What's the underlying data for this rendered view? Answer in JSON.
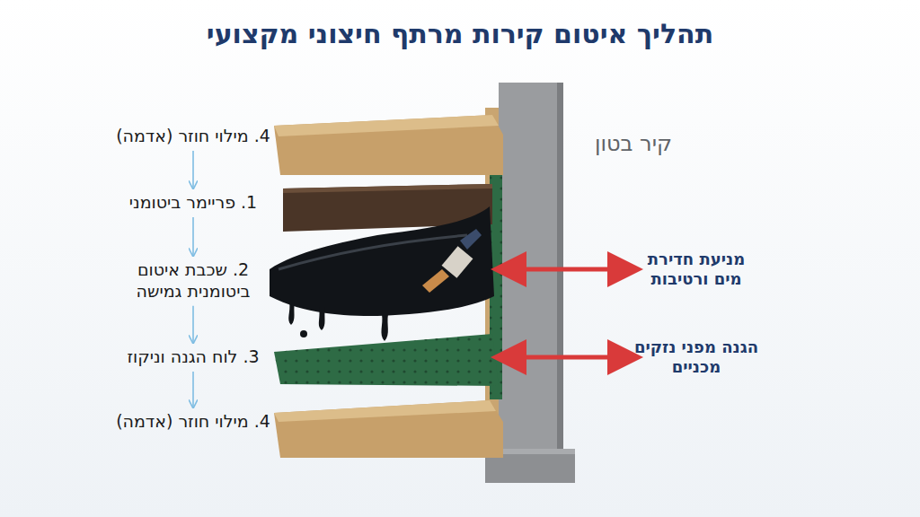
{
  "diagram": {
    "title": "תהליך איטום קירות מרתף חיצוני מקצועי",
    "nodes": [
      {
        "text": [
          "4. מילוי חוזר (אדמה)"
        ]
      },
      {
        "text": [
          "1. פריימר ביטומני"
        ]
      },
      {
        "text": [
          "2. שכבת איטום ביטומנית גמישה"
        ]
      },
      {
        "text": [
          "3. לוח הגנה וניקוז"
        ]
      },
      {
        "text": [
          "4. מילוי חוזר (אדמה)"
        ]
      }
    ],
    "edges": [
      {
        "from": 0,
        "to": 1,
        "arrow": "to"
      },
      {
        "from": 1,
        "to": 2,
        "arrow": "to"
      },
      {
        "from": 2,
        "to": 3,
        "arrow": "to"
      },
      {
        "from": 3,
        "to": 4,
        "arrow": "to"
      }
    ],
    "labels": [
      "קיר בטון",
      "מניעת חדירת מים ורטיבות",
      "הגנה מפני נזקים מכניים"
    ]
  }
}
